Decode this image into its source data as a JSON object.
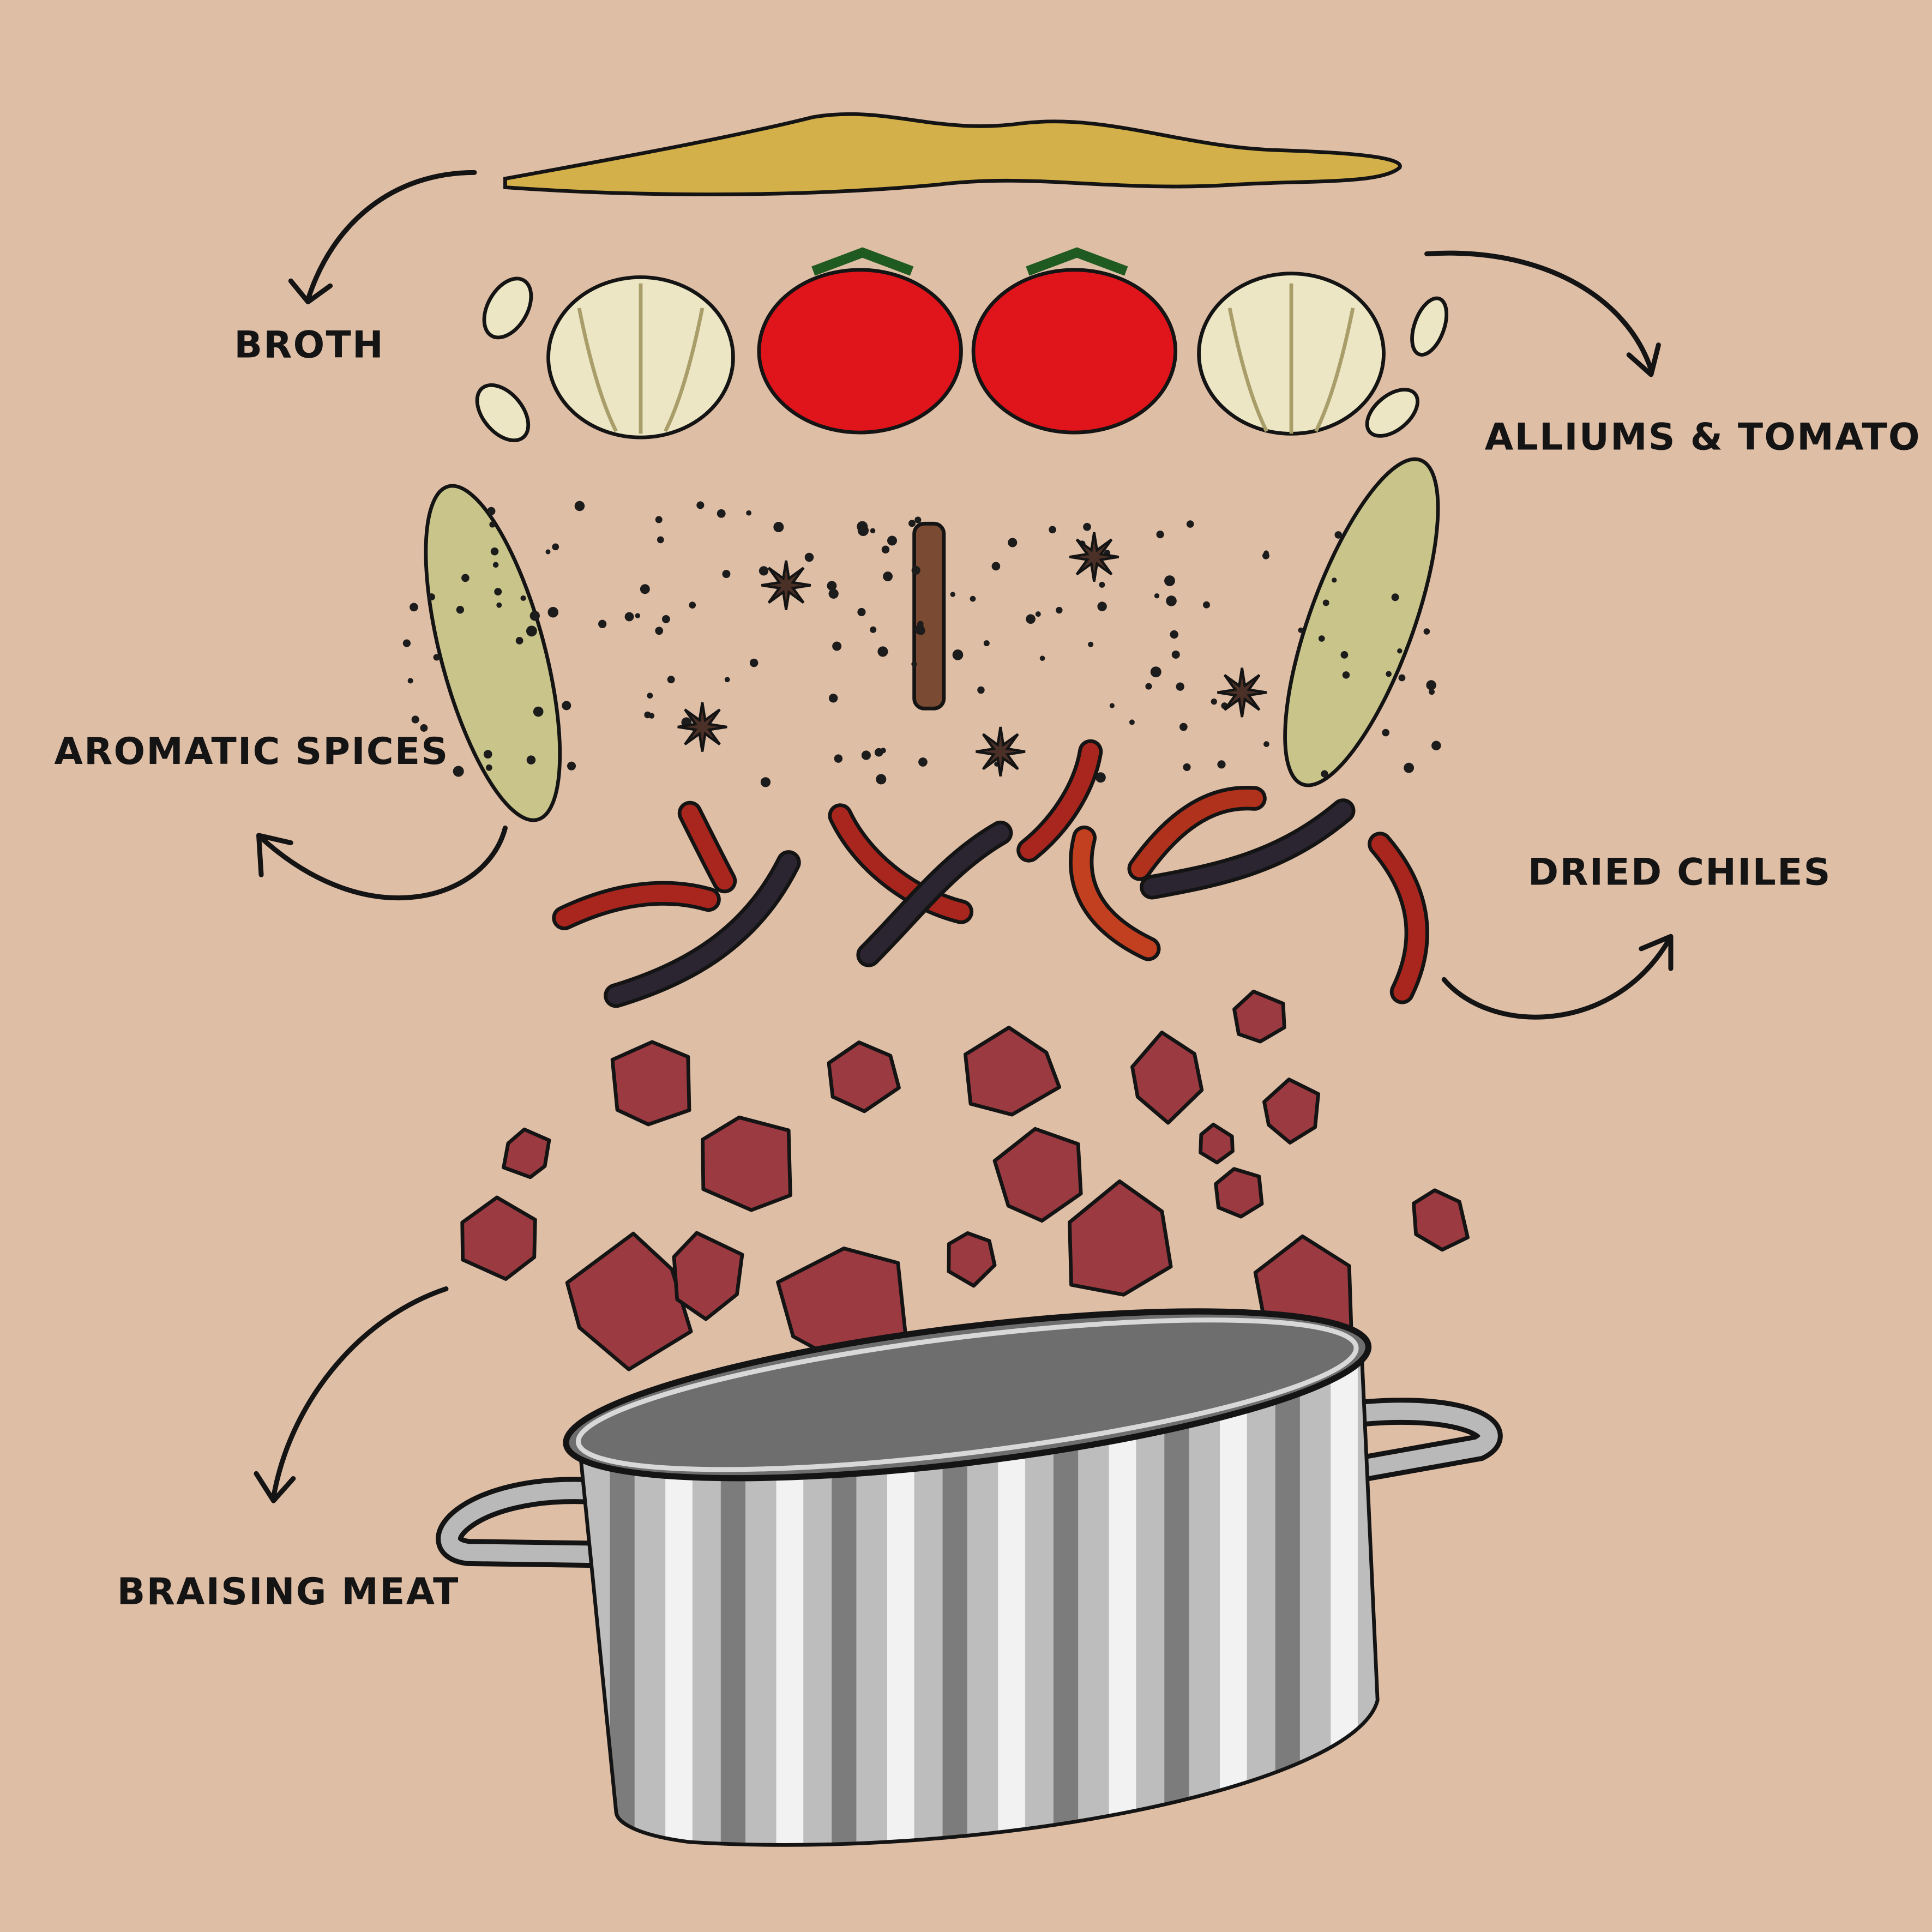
{
  "labels": {
    "broth": "BROTH",
    "alliums_tomato": "ALLIUMS & TOMATO",
    "aromatic_spices": "AROMATIC SPICES",
    "dried_chiles": "DRIED CHILES",
    "braising_meat": "BRAISING MEAT"
  },
  "colors": {
    "background": "#dfbea6",
    "broth": "#d4b04a",
    "tomato": "#e0141b",
    "garlic": "#ece6c4",
    "bay_leaf": "#c9c48a",
    "chile_red": "#a8261d",
    "chile_dark": "#2a2530",
    "meat": "#9b3a40",
    "pot": "#bdbdbd"
  }
}
